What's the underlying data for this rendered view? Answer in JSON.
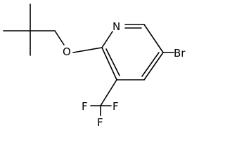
{
  "molecule": {
    "atom_labels": {
      "n": "N",
      "o": "O",
      "br": "Br",
      "f_left": "F",
      "f_right": "F",
      "f_bottom": "F"
    }
  }
}
